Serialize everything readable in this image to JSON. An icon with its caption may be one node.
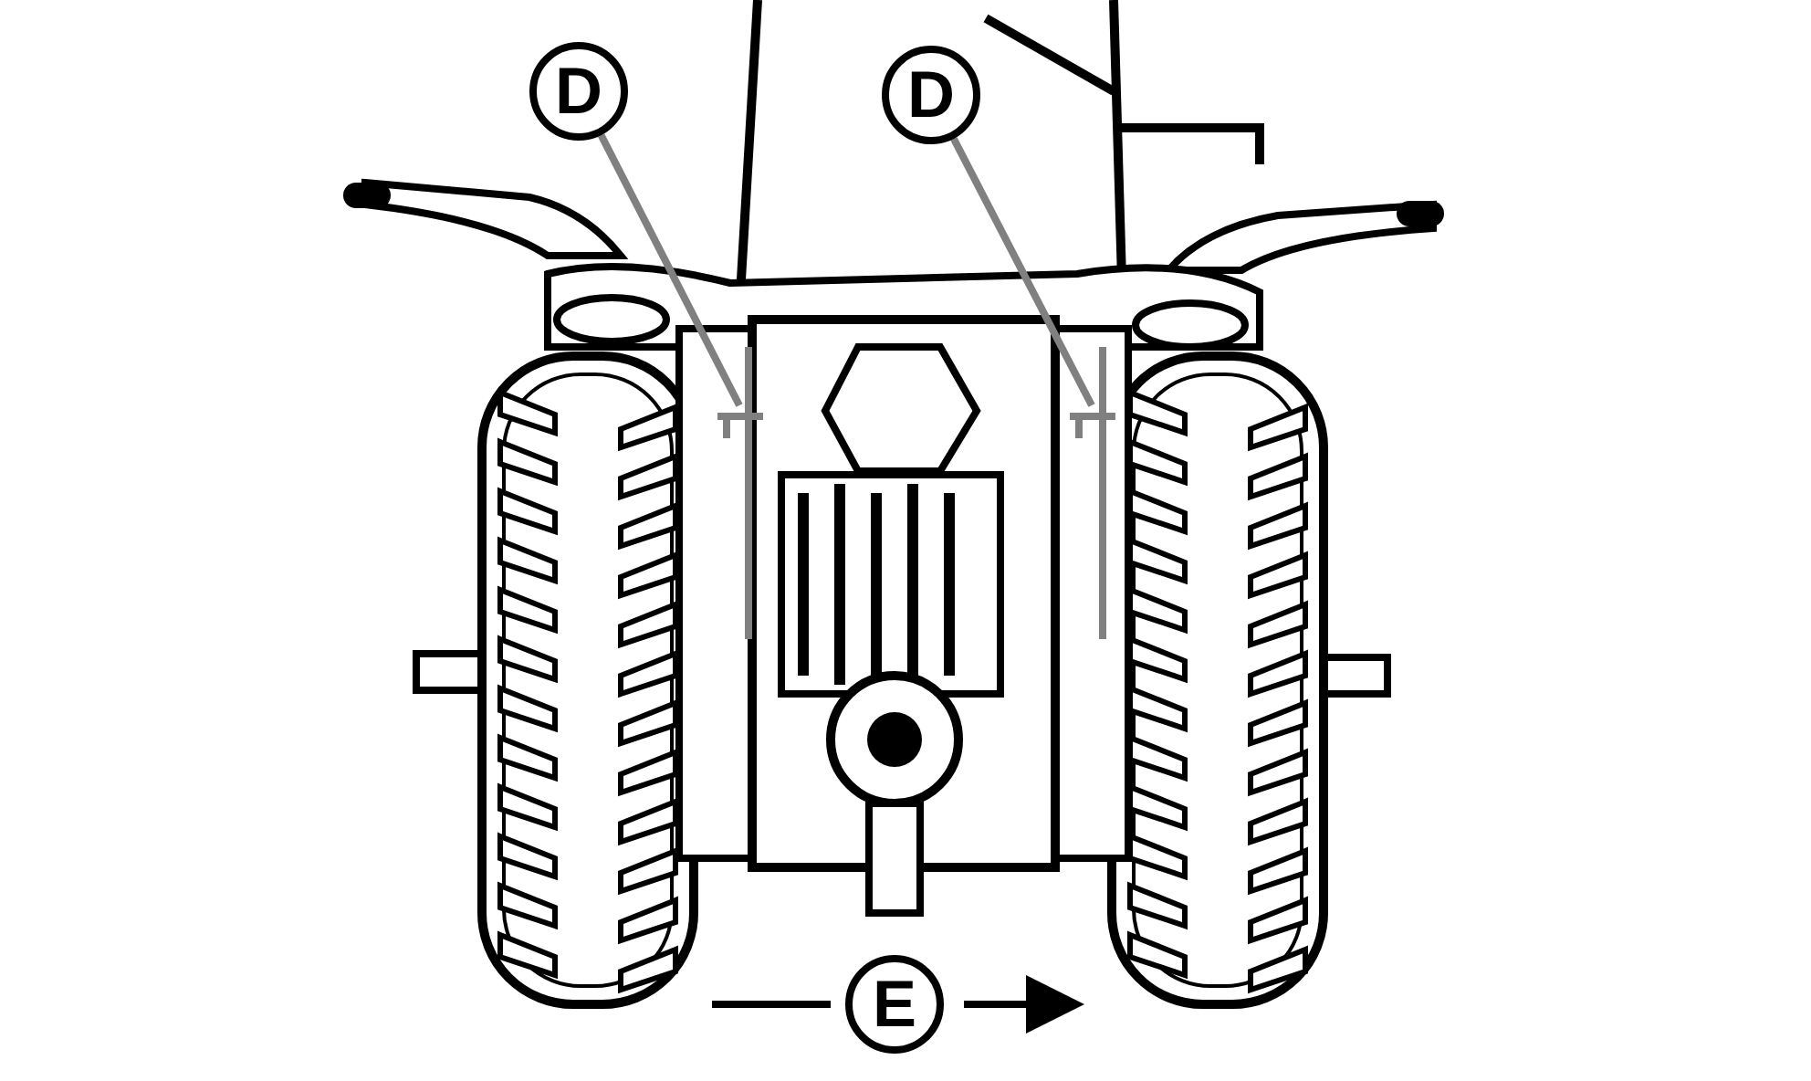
{
  "diagram": {
    "nodes": [
      {
        "text": [
          "D"
        ]
      },
      {
        "text": [
          "D"
        ]
      },
      {
        "text": [
          "E"
        ]
      }
    ],
    "edges": [
      {
        "from": 0,
        "to": null,
        "arrow": "none",
        "color": "#808080"
      },
      {
        "from": 1,
        "to": null,
        "arrow": "none",
        "color": "#808080"
      }
    ]
  }
}
